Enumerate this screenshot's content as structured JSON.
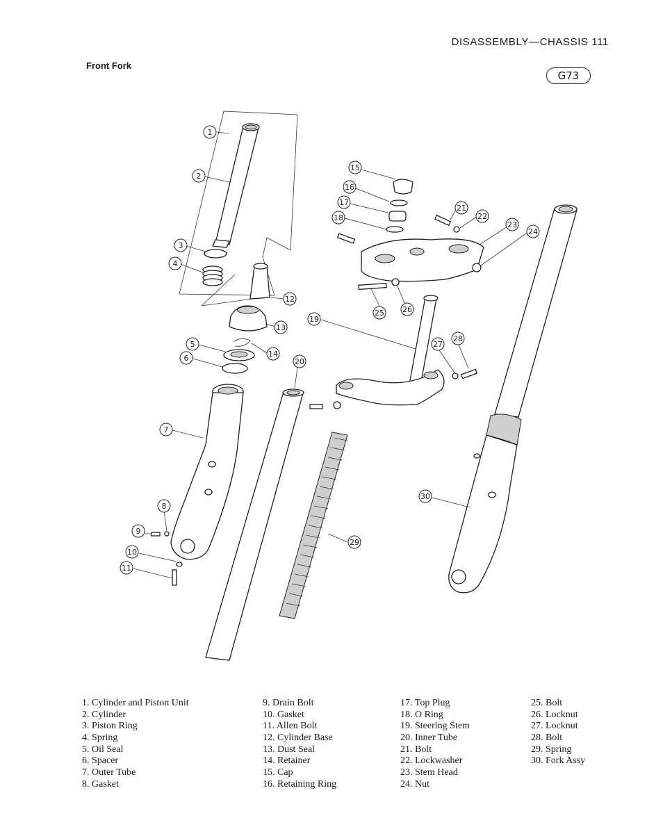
{
  "header": {
    "title": "DISASSEMBLY—CHASSIS  111"
  },
  "section_title": "Front Fork",
  "figure_id": "G73",
  "callouts": [
    "1",
    "2",
    "3",
    "4",
    "5",
    "6",
    "7",
    "8",
    "9",
    "10",
    "11",
    "12",
    "13",
    "14",
    "15",
    "16",
    "17",
    "18",
    "19",
    "20",
    "21",
    "22",
    "23",
    "24",
    "25",
    "26",
    "27",
    "28",
    "29",
    "30"
  ],
  "legend": [
    [
      "1. Cylinder and Piston Unit",
      "2. Cylinder",
      "3. Piston Ring",
      "4. Spring",
      "5. Oil Seal",
      "6. Spacer",
      "7. Outer Tube",
      "8. Gasket"
    ],
    [
      "9. Drain Bolt",
      "10. Gasket",
      "11. Allen Bolt",
      "12. Cylinder Base",
      "13. Dust Seal",
      "14. Retainer",
      "15. Cap",
      "16. Retaining Ring"
    ],
    [
      "17. Top Plug",
      "18. O Ring",
      "19. Steering Stem",
      "20. Inner Tube",
      "21. Bolt",
      "22. Lockwasher",
      "23. Stem Head",
      "24. Nut"
    ],
    [
      "25. Bolt",
      "26. Locknut",
      "27. Locknut",
      "28. Bolt",
      "29. Spring",
      "30. Fork Assy"
    ]
  ]
}
